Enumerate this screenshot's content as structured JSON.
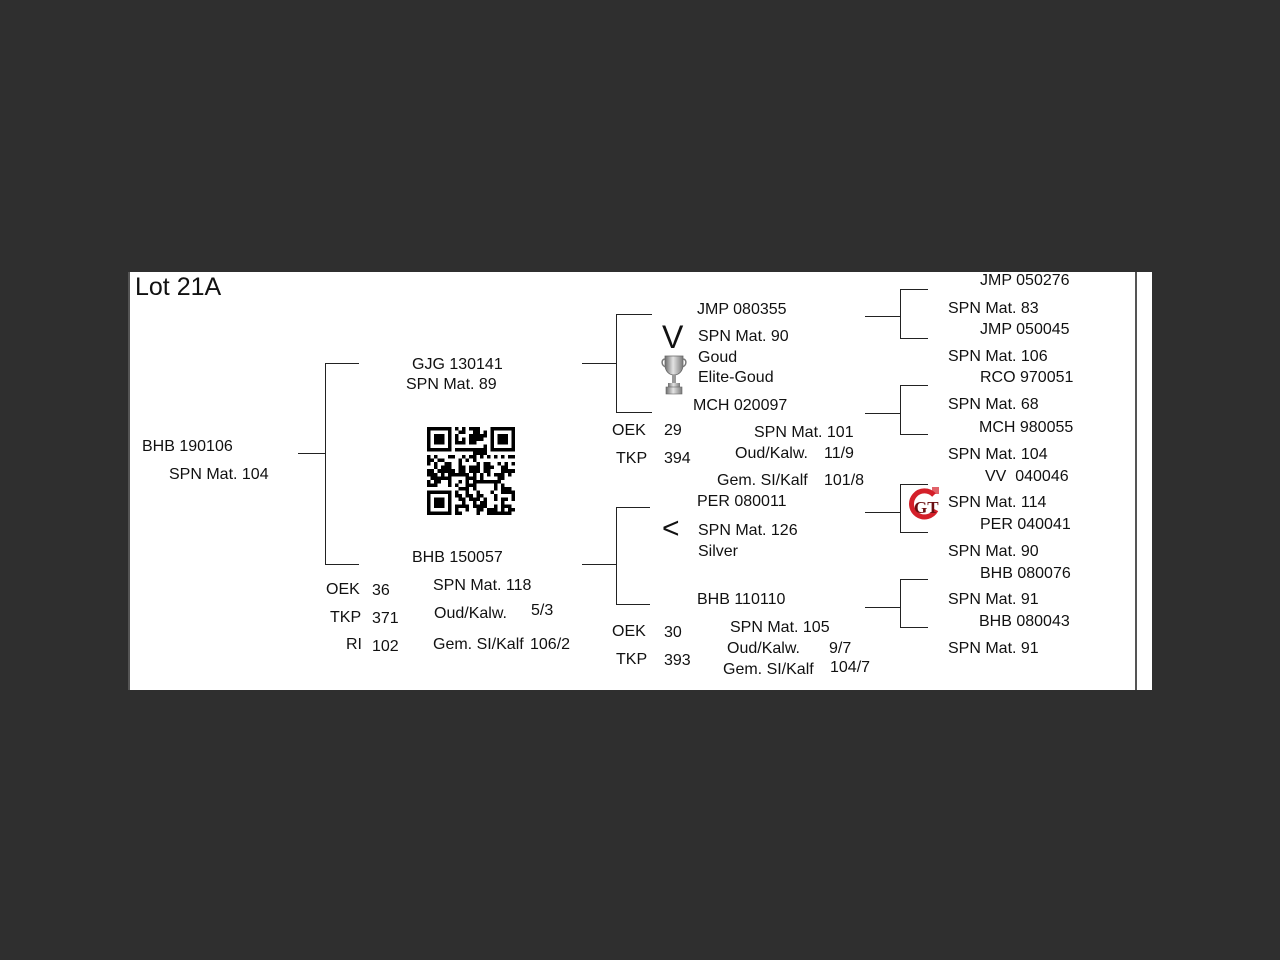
{
  "lot_title": "Lot 21A",
  "animal": {
    "code": "BHB 190106",
    "mat": "SPN Mat. 104"
  },
  "sire": {
    "code": "GJG 130141",
    "mat": "SPN Mat. 89"
  },
  "dam": {
    "code": "BHB 150057",
    "mat": "SPN Mat. 118",
    "stats": {
      "oek_label": "OEK",
      "oek": "36",
      "tkp_label": "TKP",
      "tkp": "371",
      "ri_label": "RI",
      "ri": "102",
      "oud_label": "Oud/Kalw.",
      "oud": "5/3",
      "gem_label": "Gem. SI/Kalf",
      "gem": "106/2"
    }
  },
  "sire_sire": {
    "code": "JMP 080355",
    "mat": "SPN Mat. 90",
    "award1": "Goud",
    "award2": "Elite-Goud",
    "badge_icon": "trophy-icon",
    "badge_letter": "V"
  },
  "sire_dam": {
    "code": "MCH 020097",
    "mat": "SPN Mat. 101",
    "stats": {
      "oek_label": "OEK",
      "oek": "29",
      "tkp_label": "TKP",
      "tkp": "394",
      "oud_label": "Oud/Kalw.",
      "oud": "11/9",
      "gem_label": "Gem. SI/Kalf",
      "gem": "101/8"
    }
  },
  "dam_sire": {
    "code": "PER 080011",
    "mat": "SPN Mat. 126",
    "award1": "Silver",
    "badge_symbol": "<"
  },
  "dam_dam": {
    "code": "BHB 110110",
    "mat": "SPN Mat. 105",
    "stats": {
      "oek_label": "OEK",
      "oek": "30",
      "tkp_label": "TKP",
      "tkp": "393",
      "oud_label": "Oud/Kalw.",
      "oud": "9/7",
      "gem_label": "Gem. SI/Kalf",
      "gem": "104/7"
    }
  },
  "gen3": [
    {
      "code": "JMP 050276",
      "mat": "SPN Mat. 83"
    },
    {
      "code": "JMP 050045",
      "mat": "SPN Mat. 106"
    },
    {
      "code": "RCO 970051",
      "mat": "SPN Mat. 68"
    },
    {
      "code": "MCH 980055",
      "mat": "SPN Mat. 104"
    },
    {
      "code": "VV  040046",
      "mat": "SPN Mat. 114"
    },
    {
      "code": "PER 040041",
      "mat": "SPN Mat. 90"
    },
    {
      "code": "BHB 080076",
      "mat": "SPN Mat. 91"
    },
    {
      "code": "BHB 080043",
      "mat": "SPN Mat. 91"
    }
  ],
  "logo": {
    "icon": "gt-logo-icon",
    "letters": "GT",
    "accent": "#d4202a"
  },
  "colors": {
    "viewer_bg": "#2f2f2f",
    "page_bg": "#ffffff",
    "ink": "#111111"
  }
}
